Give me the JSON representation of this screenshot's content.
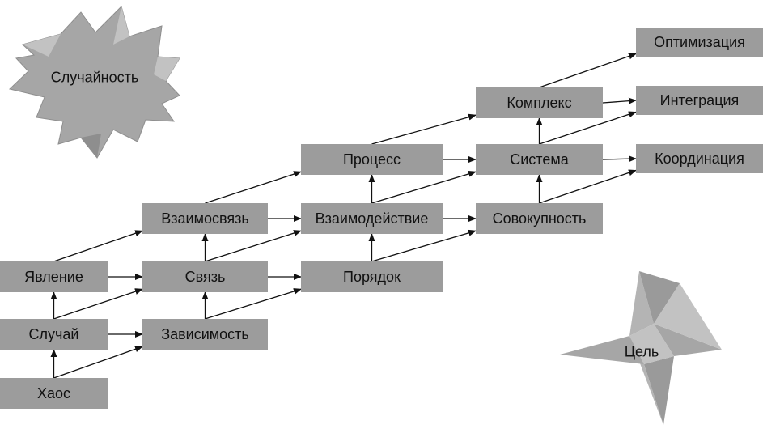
{
  "nodes": {
    "chaos": "Хаос",
    "sluchay": "Случай",
    "yavlenie": "Явление",
    "zavisimost": "Зависимость",
    "svyaz": "Связь",
    "vzaimosvyaz": "Взаимосвязь",
    "poryadok": "Порядок",
    "vzaimodeystvie": "Взаимодействие",
    "protsess": "Процесс",
    "sovokupnost": "Совокупность",
    "sistema": "Система",
    "kompleks": "Комплекс",
    "koordinatsiya": "Координация",
    "integratsiya": "Интеграция",
    "optimizatsiya": "Оптимизация"
  },
  "shapes": {
    "randomness": "Случайность",
    "goal": "Цель"
  },
  "colors": {
    "box_fill": "#9c9c9c",
    "shape_fill": "#a6a6a6",
    "shape_light": "#c2c2c2",
    "arrow": "#111111"
  },
  "edges": [
    [
      "chaos",
      "sluchay"
    ],
    [
      "chaos",
      "zavisimost"
    ],
    [
      "sluchay",
      "yavlenie"
    ],
    [
      "sluchay",
      "zavisimost"
    ],
    [
      "sluchay",
      "svyaz"
    ],
    [
      "yavlenie",
      "svyaz"
    ],
    [
      "yavlenie",
      "vzaimosvyaz"
    ],
    [
      "zavisimost",
      "svyaz"
    ],
    [
      "zavisimost",
      "poryadok"
    ],
    [
      "svyaz",
      "vzaimosvyaz"
    ],
    [
      "svyaz",
      "poryadok"
    ],
    [
      "svyaz",
      "vzaimodeystvie"
    ],
    [
      "vzaimosvyaz",
      "vzaimodeystvie"
    ],
    [
      "vzaimosvyaz",
      "protsess"
    ],
    [
      "poryadok",
      "vzaimodeystvie"
    ],
    [
      "poryadok",
      "sovokupnost"
    ],
    [
      "vzaimodeystvie",
      "protsess"
    ],
    [
      "vzaimodeystvie",
      "sovokupnost"
    ],
    [
      "vzaimodeystvie",
      "sistema"
    ],
    [
      "protsess",
      "sistema"
    ],
    [
      "protsess",
      "kompleks"
    ],
    [
      "sovokupnost",
      "sistema"
    ],
    [
      "sovokupnost",
      "koordinatsiya"
    ],
    [
      "sistema",
      "kompleks"
    ],
    [
      "sistema",
      "koordinatsiya"
    ],
    [
      "sistema",
      "integratsiya"
    ],
    [
      "kompleks",
      "integratsiya"
    ],
    [
      "kompleks",
      "optimizatsiya"
    ]
  ]
}
